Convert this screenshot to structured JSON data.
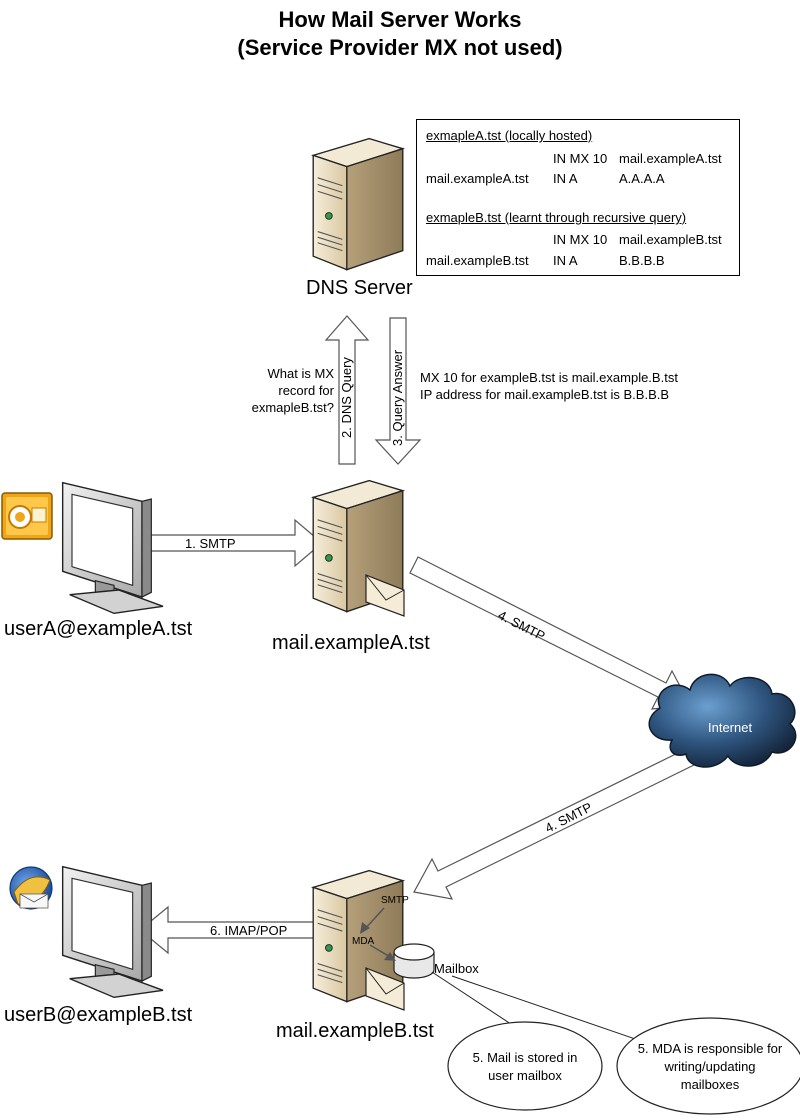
{
  "title": {
    "line1": "How Mail Server Works",
    "line2": "(Service Provider MX not used)"
  },
  "dns_table": {
    "zoneA_header": "exmapleA.tst (locally hosted)",
    "zoneA_row1": {
      "name": "",
      "type": "IN MX 10",
      "value": "mail.exampleA.tst"
    },
    "zoneA_row2": {
      "name": "mail.exampleA.tst",
      "type": "IN A",
      "value": "A.A.A.A"
    },
    "zoneB_header": "exmapleB.tst (learnt through recursive query)",
    "zoneB_row1": {
      "name": "",
      "type": "IN MX 10",
      "value": "mail.exampleB.tst"
    },
    "zoneB_row2": {
      "name": "mail.exampleB.tst",
      "type": "IN A",
      "value": "B.B.B.B"
    }
  },
  "nodes": {
    "dns_server": "DNS Server",
    "user_a": "userA@exampleA.tst",
    "mail_a": "mail.exampleA.tst",
    "internet": "Internet",
    "user_b": "userB@exampleB.tst",
    "mail_b": "mail.exampleB.tst",
    "mailbox": "Mailbox",
    "smtp_internal": "SMTP",
    "mda": "MDA"
  },
  "flows": {
    "step1": "1. SMTP",
    "step2": "2. DNS Query",
    "step3": "3. Query Answer",
    "step4a": "4. SMTP",
    "step4b": "4. SMTP",
    "step6": "6. IMAP/POP"
  },
  "question": {
    "line1": "What is MX",
    "line2": "record for",
    "line3": "exmapleB.tst?"
  },
  "answer": {
    "line1": "MX 10 for exampleB.tst is mail.example.B.tst",
    "line2": "IP address for mail.exampleB.tst is B.B.B.B"
  },
  "callouts": {
    "mailbox_note": {
      "line1": "5. Mail is stored in",
      "line2": "user mailbox"
    },
    "mda_note": {
      "line1": "5. MDA is responsible for",
      "line2": "writing/updating",
      "line3": "mailboxes"
    }
  },
  "colors": {
    "server_body": "#e9dcc0",
    "server_dark": "#b9a37a",
    "monitor_frame": "#d8d8d8",
    "monitor_screen": "#ffffff",
    "cloud_dark": "#1f3550",
    "cloud_light": "#4f7fb0",
    "outlook_orange": "#f0a418",
    "thunderbird_blue": "#2a66b8"
  }
}
